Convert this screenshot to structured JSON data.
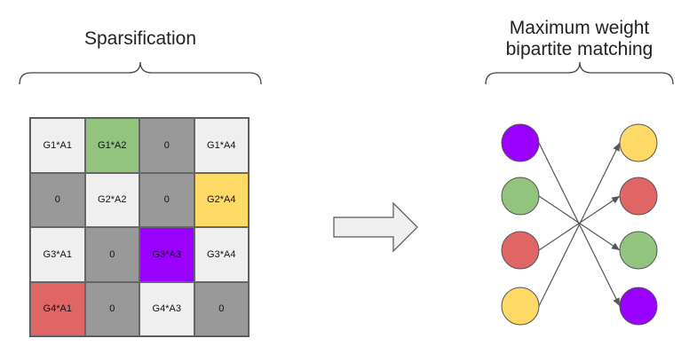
{
  "left_title": "Sparsification",
  "right_title": [
    "Maximum weight",
    "bipartite matching"
  ],
  "matrix": [
    [
      {
        "label": "G1*A1",
        "color": "#efefef"
      },
      {
        "label": "G1*A2",
        "color": "#93c47d"
      },
      {
        "label": "0",
        "color": "#999999"
      },
      {
        "label": "G1*A4",
        "color": "#efefef"
      }
    ],
    [
      {
        "label": "0",
        "color": "#999999"
      },
      {
        "label": "G2*A2",
        "color": "#efefef"
      },
      {
        "label": "0",
        "color": "#999999"
      },
      {
        "label": "G2*A4",
        "color": "#ffd966"
      }
    ],
    [
      {
        "label": "G3*A1",
        "color": "#efefef"
      },
      {
        "label": "0",
        "color": "#999999"
      },
      {
        "label": "G3*A3",
        "color": "#9900ff"
      },
      {
        "label": "G3*A4",
        "color": "#efefef"
      }
    ],
    [
      {
        "label": "G4*A1",
        "color": "#e06666"
      },
      {
        "label": "0",
        "color": "#999999"
      },
      {
        "label": "G4*A3",
        "color": "#efefef"
      },
      {
        "label": "0",
        "color": "#999999"
      }
    ]
  ],
  "left_nodes": [
    "#9900ff",
    "#93c47d",
    "#e06666",
    "#ffd966"
  ],
  "right_nodes": [
    "#ffd966",
    "#e06666",
    "#93c47d",
    "#9900ff"
  ],
  "matching": [
    [
      0,
      3
    ],
    [
      1,
      2
    ],
    [
      2,
      1
    ],
    [
      3,
      0
    ]
  ],
  "colors": {
    "arrow_fill": "#efefef",
    "node_stroke": "#555555",
    "edge": "#555555"
  }
}
